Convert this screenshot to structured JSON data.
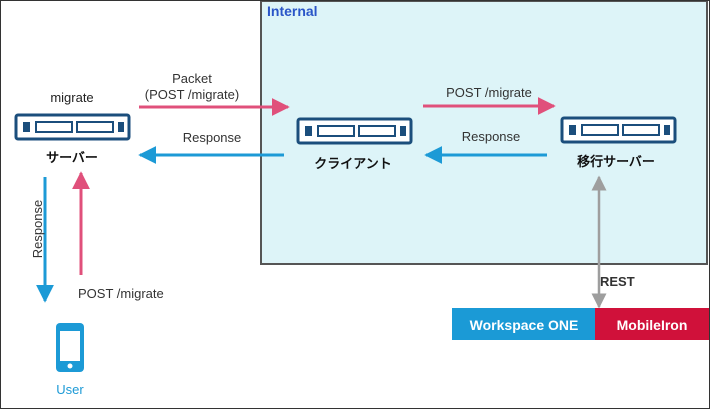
{
  "internal_zone": {
    "label": "Internal"
  },
  "nodes": {
    "server": {
      "top_label": "migrate",
      "label": "サーバー"
    },
    "client": {
      "label": "クライアント"
    },
    "migration_server": {
      "label": "移行サーバー"
    },
    "user": {
      "label": "User"
    }
  },
  "flows": {
    "server_to_client_request": {
      "label_line1": "Packet",
      "label_line2": "(POST /migrate)"
    },
    "client_to_server_response": {
      "label": "Response"
    },
    "client_to_migration_request": {
      "label": "POST /migrate"
    },
    "migration_to_client_response": {
      "label": "Response"
    },
    "server_to_user_response": {
      "label": "Response"
    },
    "user_to_server_request": {
      "label": "POST /migrate"
    },
    "migration_to_providers": {
      "label": "REST"
    }
  },
  "providers": {
    "workspace_one": {
      "label": "Workspace ONE"
    },
    "mobileiron": {
      "label": "MobileIron"
    }
  },
  "colors": {
    "navy": "#1b4e7c",
    "pink": "#e0507b",
    "blue": "#1c9ad6",
    "internal_fill": "#ddf4f8",
    "internal_border": "#555555",
    "internal_title": "#2a55c8",
    "gray_arrow": "#9e9e9e",
    "workspace_one": "#1b9ad6",
    "mobileiron": "#d0113a"
  }
}
